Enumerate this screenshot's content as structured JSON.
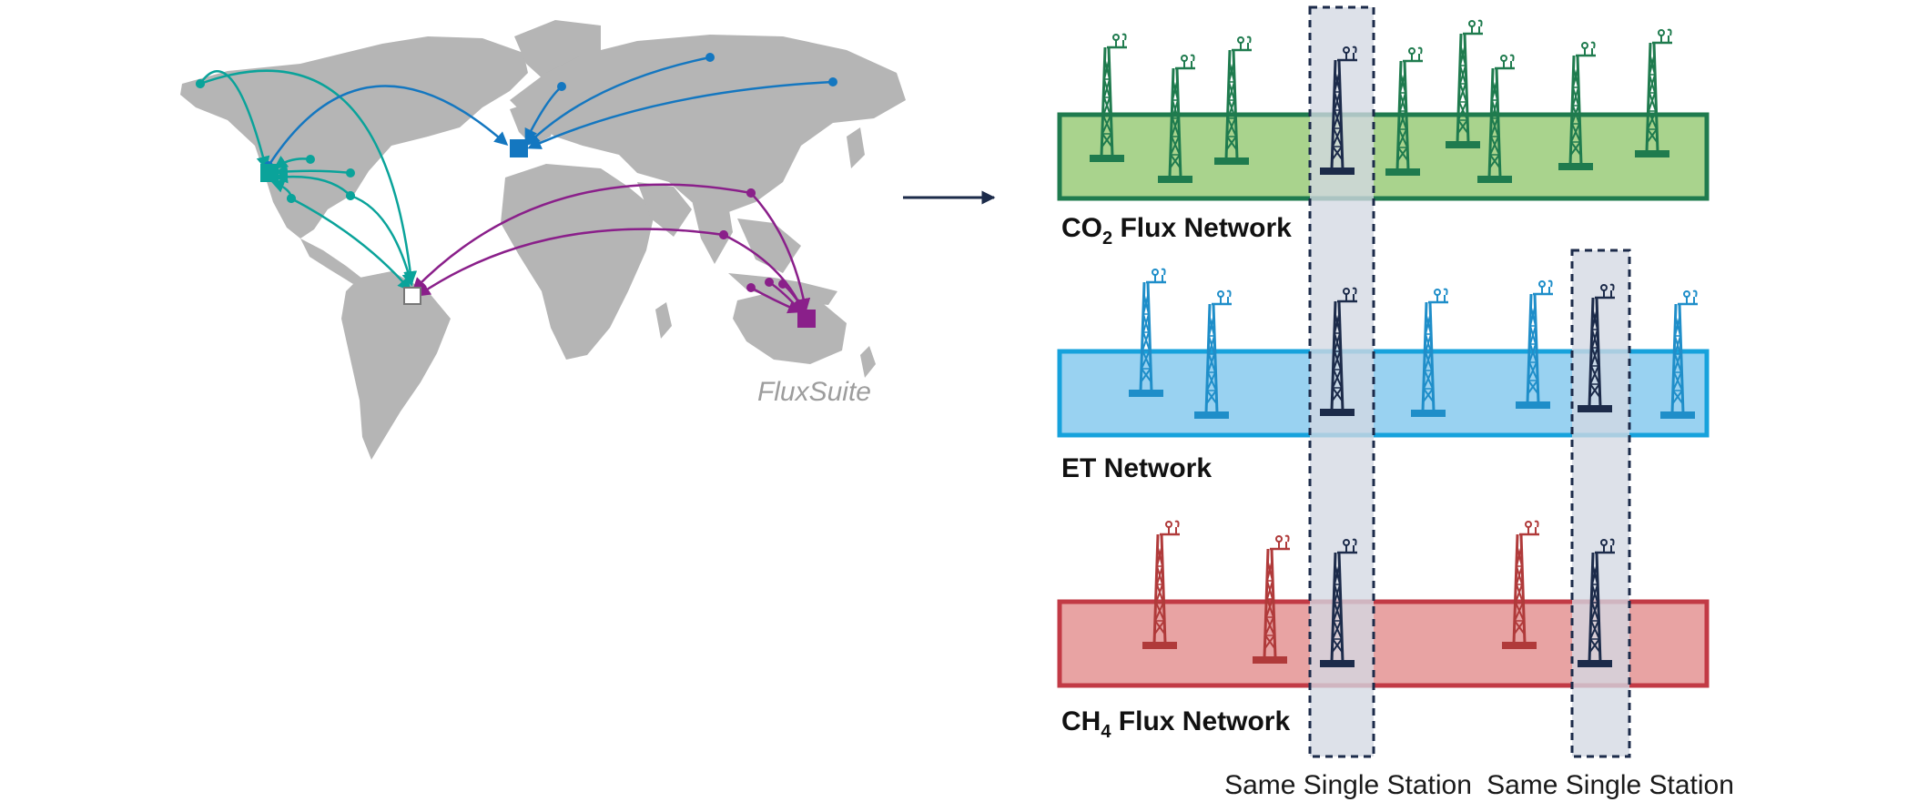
{
  "map": {
    "brand_label": "FluxSuite",
    "land_color": "#b5b5b5",
    "hubs": [
      {
        "id": "north-america",
        "color": "#0aa39a",
        "filled": true
      },
      {
        "id": "europe",
        "color": "#1477c0",
        "filled": true
      },
      {
        "id": "south-america",
        "color": "#0aa39a",
        "filled": false
      },
      {
        "id": "australia",
        "color": "#8a1f8a",
        "filled": true
      }
    ],
    "link_colors": {
      "teal": "#0aa39a",
      "blue": "#1477c0",
      "purple": "#8a1f8a"
    }
  },
  "arrow_color": "#1c2b4a",
  "networks": [
    {
      "id": "co2",
      "label_prefix": "CO",
      "label_subscript": "2",
      "label_suffix": " Flux Network",
      "band_fill": "#a9d38d",
      "band_stroke": "#1f7b4e",
      "tower_color": "#1f7b4e"
    },
    {
      "id": "et",
      "label_prefix": "ET Network",
      "label_subscript": "",
      "label_suffix": "",
      "band_fill": "#99d2f1",
      "band_stroke": "#16a2dc",
      "tower_color": "#1f8ec9"
    },
    {
      "id": "ch4",
      "label_prefix": "CH",
      "label_subscript": "4",
      "label_suffix": " Flux Network",
      "band_fill": "#e8a3a3",
      "band_stroke": "#c23a45",
      "tower_color": "#b03a3a"
    }
  ],
  "shared_station_color": "#1c2b4a",
  "station_highlight_fill": "#d3d9e3",
  "station_labels": [
    "Same Single Station",
    "Same Single Station"
  ]
}
